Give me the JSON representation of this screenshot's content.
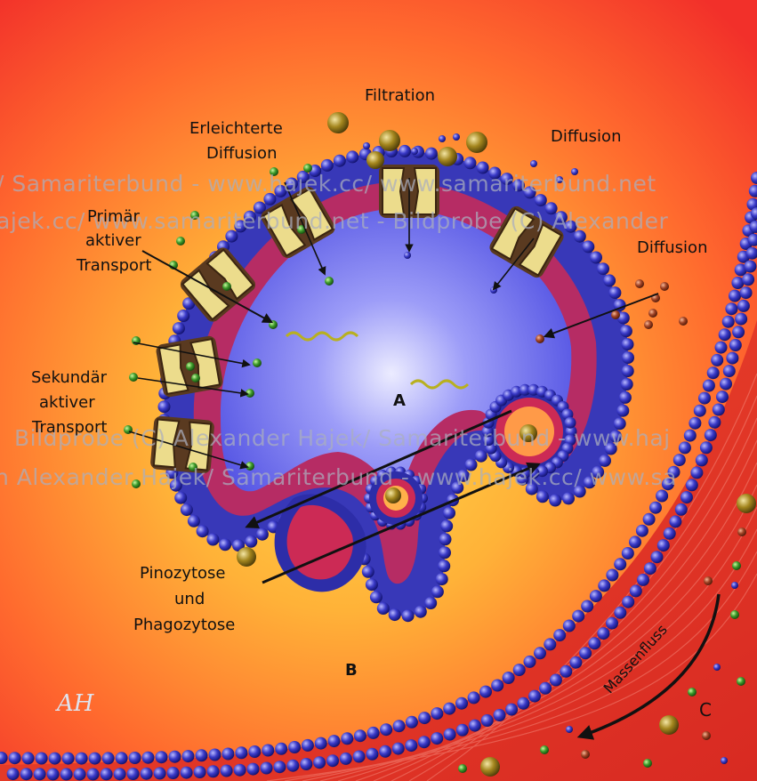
{
  "labels": {
    "filtration": "Filtration",
    "erleichterte_1": "Erleichterte",
    "erleichterte_2": "Diffusion",
    "diffusion_top": "Diffusion",
    "diffusion_right": "Diffusion",
    "primaer_1": "Primär",
    "primaer_2": "aktiver",
    "primaer_3": "Transport",
    "sekundaer_1": "Sekundär",
    "sekundaer_2": "aktiver",
    "sekundaer_3": "Transport",
    "pino_1": "Pinozytose",
    "pino_2": "und",
    "pino_3": "Phagozytose",
    "a": "A",
    "b": "B",
    "c": "C",
    "massenfluss": "Massenfluss"
  },
  "watermarks": [
    "/ Samariterbund - www.hajek.cc/ www.samariterbund.net",
    "ajek.cc/ www.samariterbund.net - Bildprobe (C) Alexander",
    "Bildprobe (C) Alexander Hajek/ Samariterbund - www.haj",
    "n Alexander Hajek/ Samariterbund - www.hajek.cc/ www.sa"
  ],
  "signature": "AH",
  "colors": {
    "background_outer": "#f43a2a",
    "background_inner": "#ffc23a",
    "cell_interior": "#5a5ae8",
    "lipid_head": "#3030b0",
    "lipid_tail": "#cc2a55",
    "protein": "#e9d98a",
    "protein_core": "#5a3a20",
    "molecule_green": "#3c9a2a",
    "molecule_gold": "#9a7a1a",
    "molecule_blue": "#2020a0",
    "molecule_red": "#9a3a20"
  }
}
